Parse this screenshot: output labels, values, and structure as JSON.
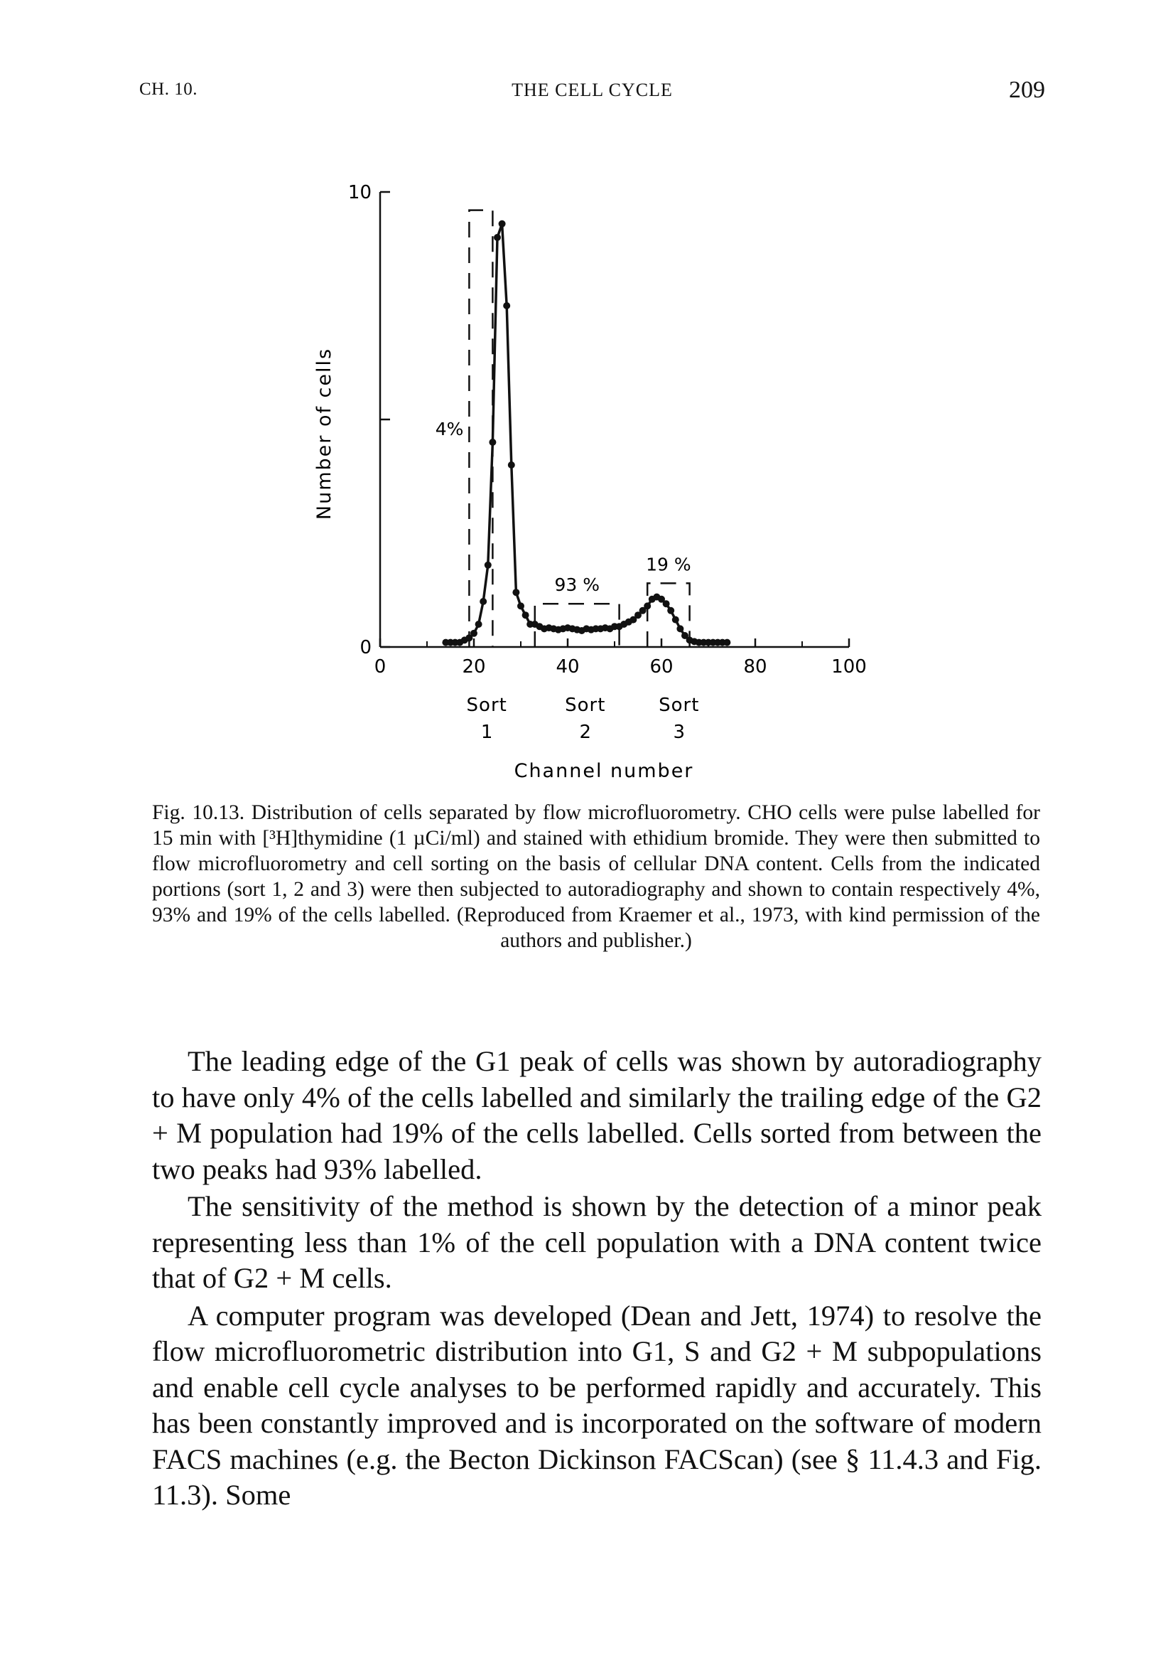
{
  "running_head": {
    "chapter": "CH. 10.",
    "title": "THE CELL CYCLE",
    "page_number": "209"
  },
  "figure": {
    "chart_data": {
      "type": "scatter",
      "xlabel": "Channel number",
      "ylabel": "Number of cells",
      "xlim": [
        0,
        100
      ],
      "ylim": [
        0,
        10
      ],
      "x_ticks": [
        "0",
        "20",
        "40",
        "60",
        "80",
        "100"
      ],
      "y_ticks": [
        "0",
        "10"
      ],
      "points": [
        {
          "x": 14,
          "y": 0.1
        },
        {
          "x": 15,
          "y": 0.1
        },
        {
          "x": 16,
          "y": 0.1
        },
        {
          "x": 17,
          "y": 0.1
        },
        {
          "x": 18,
          "y": 0.15
        },
        {
          "x": 19,
          "y": 0.2
        },
        {
          "x": 20,
          "y": 0.3
        },
        {
          "x": 21,
          "y": 0.5
        },
        {
          "x": 22,
          "y": 1.0
        },
        {
          "x": 23,
          "y": 1.8
        },
        {
          "x": 24,
          "y": 4.5
        },
        {
          "x": 25,
          "y": 9.0
        },
        {
          "x": 26,
          "y": 9.3
        },
        {
          "x": 27,
          "y": 7.5
        },
        {
          "x": 28,
          "y": 4.0
        },
        {
          "x": 29,
          "y": 1.2
        },
        {
          "x": 30,
          "y": 0.9
        },
        {
          "x": 31,
          "y": 0.7
        },
        {
          "x": 32,
          "y": 0.5
        },
        {
          "x": 33,
          "y": 0.5
        },
        {
          "x": 34,
          "y": 0.45
        },
        {
          "x": 35,
          "y": 0.4
        },
        {
          "x": 36,
          "y": 0.42
        },
        {
          "x": 37,
          "y": 0.4
        },
        {
          "x": 38,
          "y": 0.38
        },
        {
          "x": 39,
          "y": 0.4
        },
        {
          "x": 40,
          "y": 0.42
        },
        {
          "x": 41,
          "y": 0.4
        },
        {
          "x": 42,
          "y": 0.38
        },
        {
          "x": 43,
          "y": 0.36
        },
        {
          "x": 44,
          "y": 0.4
        },
        {
          "x": 45,
          "y": 0.38
        },
        {
          "x": 46,
          "y": 0.4
        },
        {
          "x": 47,
          "y": 0.4
        },
        {
          "x": 48,
          "y": 0.42
        },
        {
          "x": 49,
          "y": 0.4
        },
        {
          "x": 50,
          "y": 0.45
        },
        {
          "x": 51,
          "y": 0.45
        },
        {
          "x": 52,
          "y": 0.5
        },
        {
          "x": 53,
          "y": 0.55
        },
        {
          "x": 54,
          "y": 0.6
        },
        {
          "x": 55,
          "y": 0.7
        },
        {
          "x": 56,
          "y": 0.8
        },
        {
          "x": 57,
          "y": 0.9
        },
        {
          "x": 58,
          "y": 1.05
        },
        {
          "x": 59,
          "y": 1.1
        },
        {
          "x": 60,
          "y": 1.05
        },
        {
          "x": 61,
          "y": 0.95
        },
        {
          "x": 62,
          "y": 0.8
        },
        {
          "x": 63,
          "y": 0.6
        },
        {
          "x": 64,
          "y": 0.4
        },
        {
          "x": 65,
          "y": 0.25
        },
        {
          "x": 66,
          "y": 0.15
        },
        {
          "x": 67,
          "y": 0.12
        },
        {
          "x": 68,
          "y": 0.1
        },
        {
          "x": 69,
          "y": 0.1
        },
        {
          "x": 70,
          "y": 0.1
        },
        {
          "x": 71,
          "y": 0.1
        },
        {
          "x": 72,
          "y": 0.1
        },
        {
          "x": 73,
          "y": 0.1
        },
        {
          "x": 74,
          "y": 0.1
        }
      ],
      "sort_windows": [
        {
          "label": "4%",
          "x_start": 19,
          "x_end": 24,
          "y_top": 9.6
        },
        {
          "label": "93 %",
          "x_start": 33,
          "x_end": 51,
          "y_top": 0.95
        },
        {
          "label": "19 %",
          "x_start": 57,
          "x_end": 66,
          "y_top": 1.4
        }
      ],
      "sort_labels": [
        {
          "text": "Sort",
          "number": "1",
          "x": 22
        },
        {
          "text": "Sort",
          "number": "2",
          "x": 43
        },
        {
          "text": "Sort",
          "number": "3",
          "x": 63
        }
      ]
    }
  },
  "caption": "Fig. 10.13. Distribution of cells separated by flow microfluorometry. CHO cells were pulse labelled for 15 min with [³H]thymidine (1 µCi/ml) and stained with ethidium bromide. They were then submitted to flow microfluorometry and cell sorting on the basis of cellular DNA content. Cells from the indicated portions (sort 1, 2 and 3) were then subjected to autoradiography and shown to contain respectively 4%, 93% and 19% of the cells labelled. (Reproduced from Kraemer et al., 1973, with kind permission of the authors and publisher.)",
  "body": [
    "The leading edge of the G1 peak of cells was shown by autoradiography to have only 4% of the cells labelled and similarly the trailing edge of the G2 + M population had 19% of the cells labelled. Cells sorted from between the two peaks had 93% labelled.",
    "The sensitivity of the method is shown by the detection of a minor peak representing less than 1% of the cell population with a DNA content twice that of G2 + M cells.",
    "A computer program was developed (Dean and Jett, 1974) to resolve the flow microfluorometric distribution into G1, S and G2 + M subpopulations and enable cell cycle analyses to be performed rapidly and accurately. This has been constantly improved and is incorporated on the software of modern FACS machines (e.g. the Becton Dickinson FACScan) (see § 11.4.3 and Fig. 11.3). Some"
  ]
}
